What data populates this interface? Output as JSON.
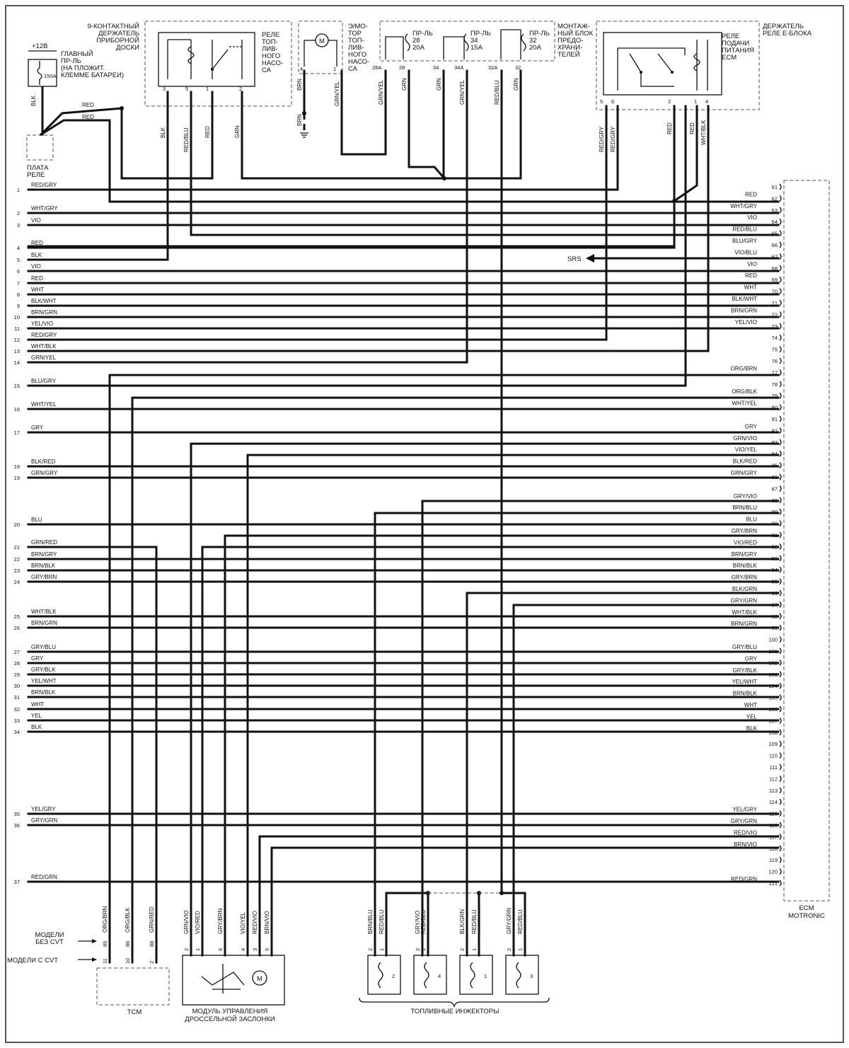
{
  "components": {
    "power": "+12В",
    "main_fuse": [
      "ГЛАВНЫЙ",
      "ПР-ЛЬ",
      "(НА ПЛОЖИТ.",
      "КЛЕММЕ БАТАРЕИ)"
    ],
    "main_fuse_rating": "150A",
    "relay_board": [
      "ПЛАТА",
      "РЕЛЕ"
    ],
    "dash_holder": [
      "9-КОНТАКТНЫЙ",
      "ДЕРЖАТЕЛЬ",
      "ПРИБОРНОЙ",
      "ДОСКИ"
    ],
    "fuel_pump_relay": [
      "РЕЛЕ",
      "ТОП-",
      "ЛИВ-",
      "НОГО",
      "НАСО-",
      "СА"
    ],
    "fuel_pump_motor": [
      "Э/МО-",
      "ТОР",
      "ТОП-",
      "ЛИВ-",
      "НОГО",
      "НАСО-",
      "СА"
    ],
    "fuse_box": [
      "МОНТАЖ-",
      "НЫЙ БЛОК",
      "ПРЕДО-",
      "ХРАНИ-",
      "ТЕЛЕЙ"
    ],
    "fuses": [
      {
        "label": [
          "ПР-ЛЬ",
          "28",
          "20A"
        ]
      },
      {
        "label": [
          "ПР-ЛЬ",
          "34",
          "15A"
        ]
      },
      {
        "label": [
          "ПР-ЛЬ",
          "32",
          "20A"
        ]
      }
    ],
    "eblock_holder": [
      "ДЕРЖАТЕЛЬ",
      "РЕЛЕ Е-БЛОКА"
    ],
    "ecm_relay": [
      "РЕЛЕ",
      "ПОДАЧИ",
      "ПИТАНИЯ",
      "ECM"
    ],
    "ecm": [
      "ECM",
      "MOTRONIC"
    ],
    "srs": "SRS",
    "tcm": "TCM",
    "throttle": [
      "МОДУЛЬ УПРАВЛЕНИЯ",
      "ДРОССЕЛЬНОЙ ЗАСЛОНКИ"
    ],
    "injectors": "ТОПЛИВНЫЕ ИНЖЕКТОРЫ",
    "models_no_cvt": [
      "МОДЕЛИ",
      "БЕЗ CVT"
    ],
    "models_cvt": "МОДЕЛИ С CVT",
    "motor_symbol": "M"
  },
  "wires": {
    "blk_main": "BLK",
    "red": "RED",
    "red_grn_dash": "RED",
    "relay_blk": "BLK",
    "relay_redblu": "RED/BLU",
    "relay_red": "RED",
    "relay_grn": "GRN",
    "relay_pins": [
      "3",
      "5",
      "1",
      "2"
    ],
    "pump_brn": "BRN",
    "pump_grnyel": "GRN/YEL",
    "pump_pins": [
      "4",
      "1"
    ],
    "pump_brn2": "BRN",
    "fuse_wires": [
      "GRN/YEL",
      "GRN",
      "GRN",
      "GRN/YEL",
      "RED/BLU",
      "GRN"
    ],
    "fuse_pins": [
      "28A",
      "28",
      "34",
      "34A",
      "32A",
      "32"
    ],
    "eb_wires": [
      "RED/GRY",
      "RED/GRY",
      "RED",
      "RED",
      "WHT/BLK"
    ],
    "eb_pins": [
      "5",
      "6",
      "2",
      "1",
      "4"
    ],
    "tcm_wires": [
      "ORG/BRN",
      "ORG/BLK",
      "GRN/RED"
    ],
    "tcm_pins_nocvt": [
      "85",
      "86",
      "88"
    ],
    "tcm_pins_cvt": [
      "11",
      "10",
      "2"
    ],
    "tps_wires": [
      "GRN/VIO",
      "VIO/RED",
      "GRY/BRN",
      "VIO/YEL",
      "RED/VIO",
      "BRN/VIO"
    ],
    "tps_pins": [
      "2",
      "1",
      "6",
      "4",
      "3",
      "5"
    ],
    "inj_wires": [
      "BRN/BLU",
      "RED/BLU",
      "GRY/VIO",
      "RED/BLU",
      "BLK/GRN",
      "RED/BLU",
      "GRY/GRN",
      "RED/BLU"
    ],
    "inj_pins": [
      "2",
      "1",
      "2",
      "1",
      "2",
      "1",
      "2",
      "1"
    ],
    "inj_numbers": [
      "2",
      "4",
      "1",
      "3"
    ]
  },
  "left_connector": [
    {
      "pin": "1",
      "label": "RED/GRY"
    },
    {
      "pin": "2",
      "label": "WHT/GRY"
    },
    {
      "pin": "3",
      "label": "VIO"
    },
    {
      "pin": "4",
      "label": "RED"
    },
    {
      "pin": "5",
      "label": "BLK"
    },
    {
      "pin": "6",
      "label": "VIO"
    },
    {
      "pin": "7",
      "label": "RED"
    },
    {
      "pin": "8",
      "label": "WHT"
    },
    {
      "pin": "9",
      "label": "BLK/WHT"
    },
    {
      "pin": "10",
      "label": "BRN/GRN"
    },
    {
      "pin": "11",
      "label": "YEL/VIO"
    },
    {
      "pin": "12",
      "label": "RED/GRY"
    },
    {
      "pin": "13",
      "label": "WHT/BLK"
    },
    {
      "pin": "14",
      "label": "GRN/YEL"
    },
    {
      "pin": "15",
      "label": "BLU/GRY"
    },
    {
      "pin": "16",
      "label": "WHT/YEL"
    },
    {
      "pin": "17",
      "label": "GRY"
    },
    {
      "pin": "18",
      "label": "BLK/RED"
    },
    {
      "pin": "19",
      "label": "GRN/GRY"
    },
    {
      "pin": "20",
      "label": "BLU"
    },
    {
      "pin": "21",
      "label": "GRN/RED"
    },
    {
      "pin": "22",
      "label": "BRN/GRY"
    },
    {
      "pin": "23",
      "label": "BRN/BLK"
    },
    {
      "pin": "24",
      "label": "GRY/BRN"
    },
    {
      "pin": "25",
      "label": "WHT/BLK"
    },
    {
      "pin": "26",
      "label": "BRN/GRN"
    },
    {
      "pin": "27",
      "label": "GRY/BLU"
    },
    {
      "pin": "28",
      "label": "GRY"
    },
    {
      "pin": "29",
      "label": "GRY/BLK"
    },
    {
      "pin": "30",
      "label": "YEL/WHT"
    },
    {
      "pin": "31",
      "label": "BRN/BLK"
    },
    {
      "pin": "32",
      "label": "WHT"
    },
    {
      "pin": "33",
      "label": "YEL"
    },
    {
      "pin": "34",
      "label": "BLK"
    },
    {
      "pin": "35",
      "label": "YEL/GRY"
    },
    {
      "pin": "36",
      "label": "GRY/GRN"
    },
    {
      "pin": "37",
      "label": "RED/GRN"
    }
  ],
  "ecm_pins": [
    {
      "pin": "61",
      "label": ""
    },
    {
      "pin": "62",
      "label": "RED"
    },
    {
      "pin": "63",
      "label": "WHT/GRY"
    },
    {
      "pin": "64",
      "label": "VIO"
    },
    {
      "pin": "65",
      "label": "RED/BLU"
    },
    {
      "pin": "66",
      "label": "BLU/GRY"
    },
    {
      "pin": "67",
      "label": "VIO/BLU"
    },
    {
      "pin": "68",
      "label": "VIO"
    },
    {
      "pin": "69",
      "label": "RED"
    },
    {
      "pin": "70",
      "label": "WHT"
    },
    {
      "pin": "71",
      "label": "BLK/WHT"
    },
    {
      "pin": "72",
      "label": "BRN/GRN"
    },
    {
      "pin": "73",
      "label": "YEL/VIO"
    },
    {
      "pin": "74",
      "label": ""
    },
    {
      "pin": "75",
      "label": ""
    },
    {
      "pin": "76",
      "label": ""
    },
    {
      "pin": "77",
      "label": "ORG/BRN"
    },
    {
      "pin": "78",
      "label": ""
    },
    {
      "pin": "79",
      "label": "ORG/BLK"
    },
    {
      "pin": "80",
      "label": "WHT/YEL"
    },
    {
      "pin": "81",
      "label": ""
    },
    {
      "pin": "82",
      "label": "GRY"
    },
    {
      "pin": "83",
      "label": "GRN/VIO"
    },
    {
      "pin": "84",
      "label": "VIO/YEL"
    },
    {
      "pin": "85",
      "label": "BLK/RED"
    },
    {
      "pin": "86",
      "label": "GRN/GRY"
    },
    {
      "pin": "87",
      "label": ""
    },
    {
      "pin": "88",
      "label": "GRY/VIO"
    },
    {
      "pin": "89",
      "label": "BRN/BLU"
    },
    {
      "pin": "90",
      "label": "BLU"
    },
    {
      "pin": "91",
      "label": "GRY/BRN"
    },
    {
      "pin": "92",
      "label": "VIO/RED"
    },
    {
      "pin": "93",
      "label": "BRN/GRY"
    },
    {
      "pin": "94",
      "label": "BRN/BLK"
    },
    {
      "pin": "95",
      "label": "GRY/BRN"
    },
    {
      "pin": "96",
      "label": "BLK/GRN"
    },
    {
      "pin": "97",
      "label": "GRY/GRN"
    },
    {
      "pin": "98",
      "label": "WHT/BLK"
    },
    {
      "pin": "99",
      "label": "BRN/GRN"
    },
    {
      "pin": "100",
      "label": ""
    },
    {
      "pin": "101",
      "label": "GRY/BLU"
    },
    {
      "pin": "102",
      "label": "GRY"
    },
    {
      "pin": "103",
      "label": "GRY/BLK"
    },
    {
      "pin": "104",
      "label": "YEL/WHT"
    },
    {
      "pin": "105",
      "label": "BRN/BLK"
    },
    {
      "pin": "106",
      "label": "WHT"
    },
    {
      "pin": "107",
      "label": "YEL"
    },
    {
      "pin": "108",
      "label": "BLK"
    },
    {
      "pin": "109",
      "label": ""
    },
    {
      "pin": "110",
      "label": ""
    },
    {
      "pin": "111",
      "label": ""
    },
    {
      "pin": "112",
      "label": ""
    },
    {
      "pin": "113",
      "label": ""
    },
    {
      "pin": "114",
      "label": ""
    },
    {
      "pin": "115",
      "label": "YEL/GRY"
    },
    {
      "pin": "116",
      "label": "GRY/GRN"
    },
    {
      "pin": "117",
      "label": "RED/VIO"
    },
    {
      "pin": "118",
      "label": "BRN/VIO"
    },
    {
      "pin": "119",
      "label": ""
    },
    {
      "pin": "120",
      "label": ""
    },
    {
      "pin": "121",
      "label": "RED/GRN"
    }
  ]
}
